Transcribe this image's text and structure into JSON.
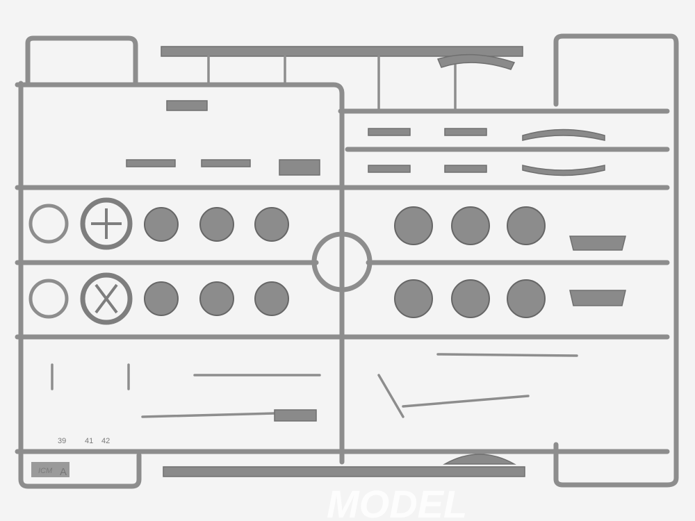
{
  "sprue": {
    "letter": "A",
    "part_numbers": [
      "39",
      "41",
      "42"
    ],
    "brand_mark": "ICM",
    "colors": {
      "plastic": "#8d8d8d",
      "background": "#f4f4f4"
    }
  },
  "watermark": "MODEL"
}
